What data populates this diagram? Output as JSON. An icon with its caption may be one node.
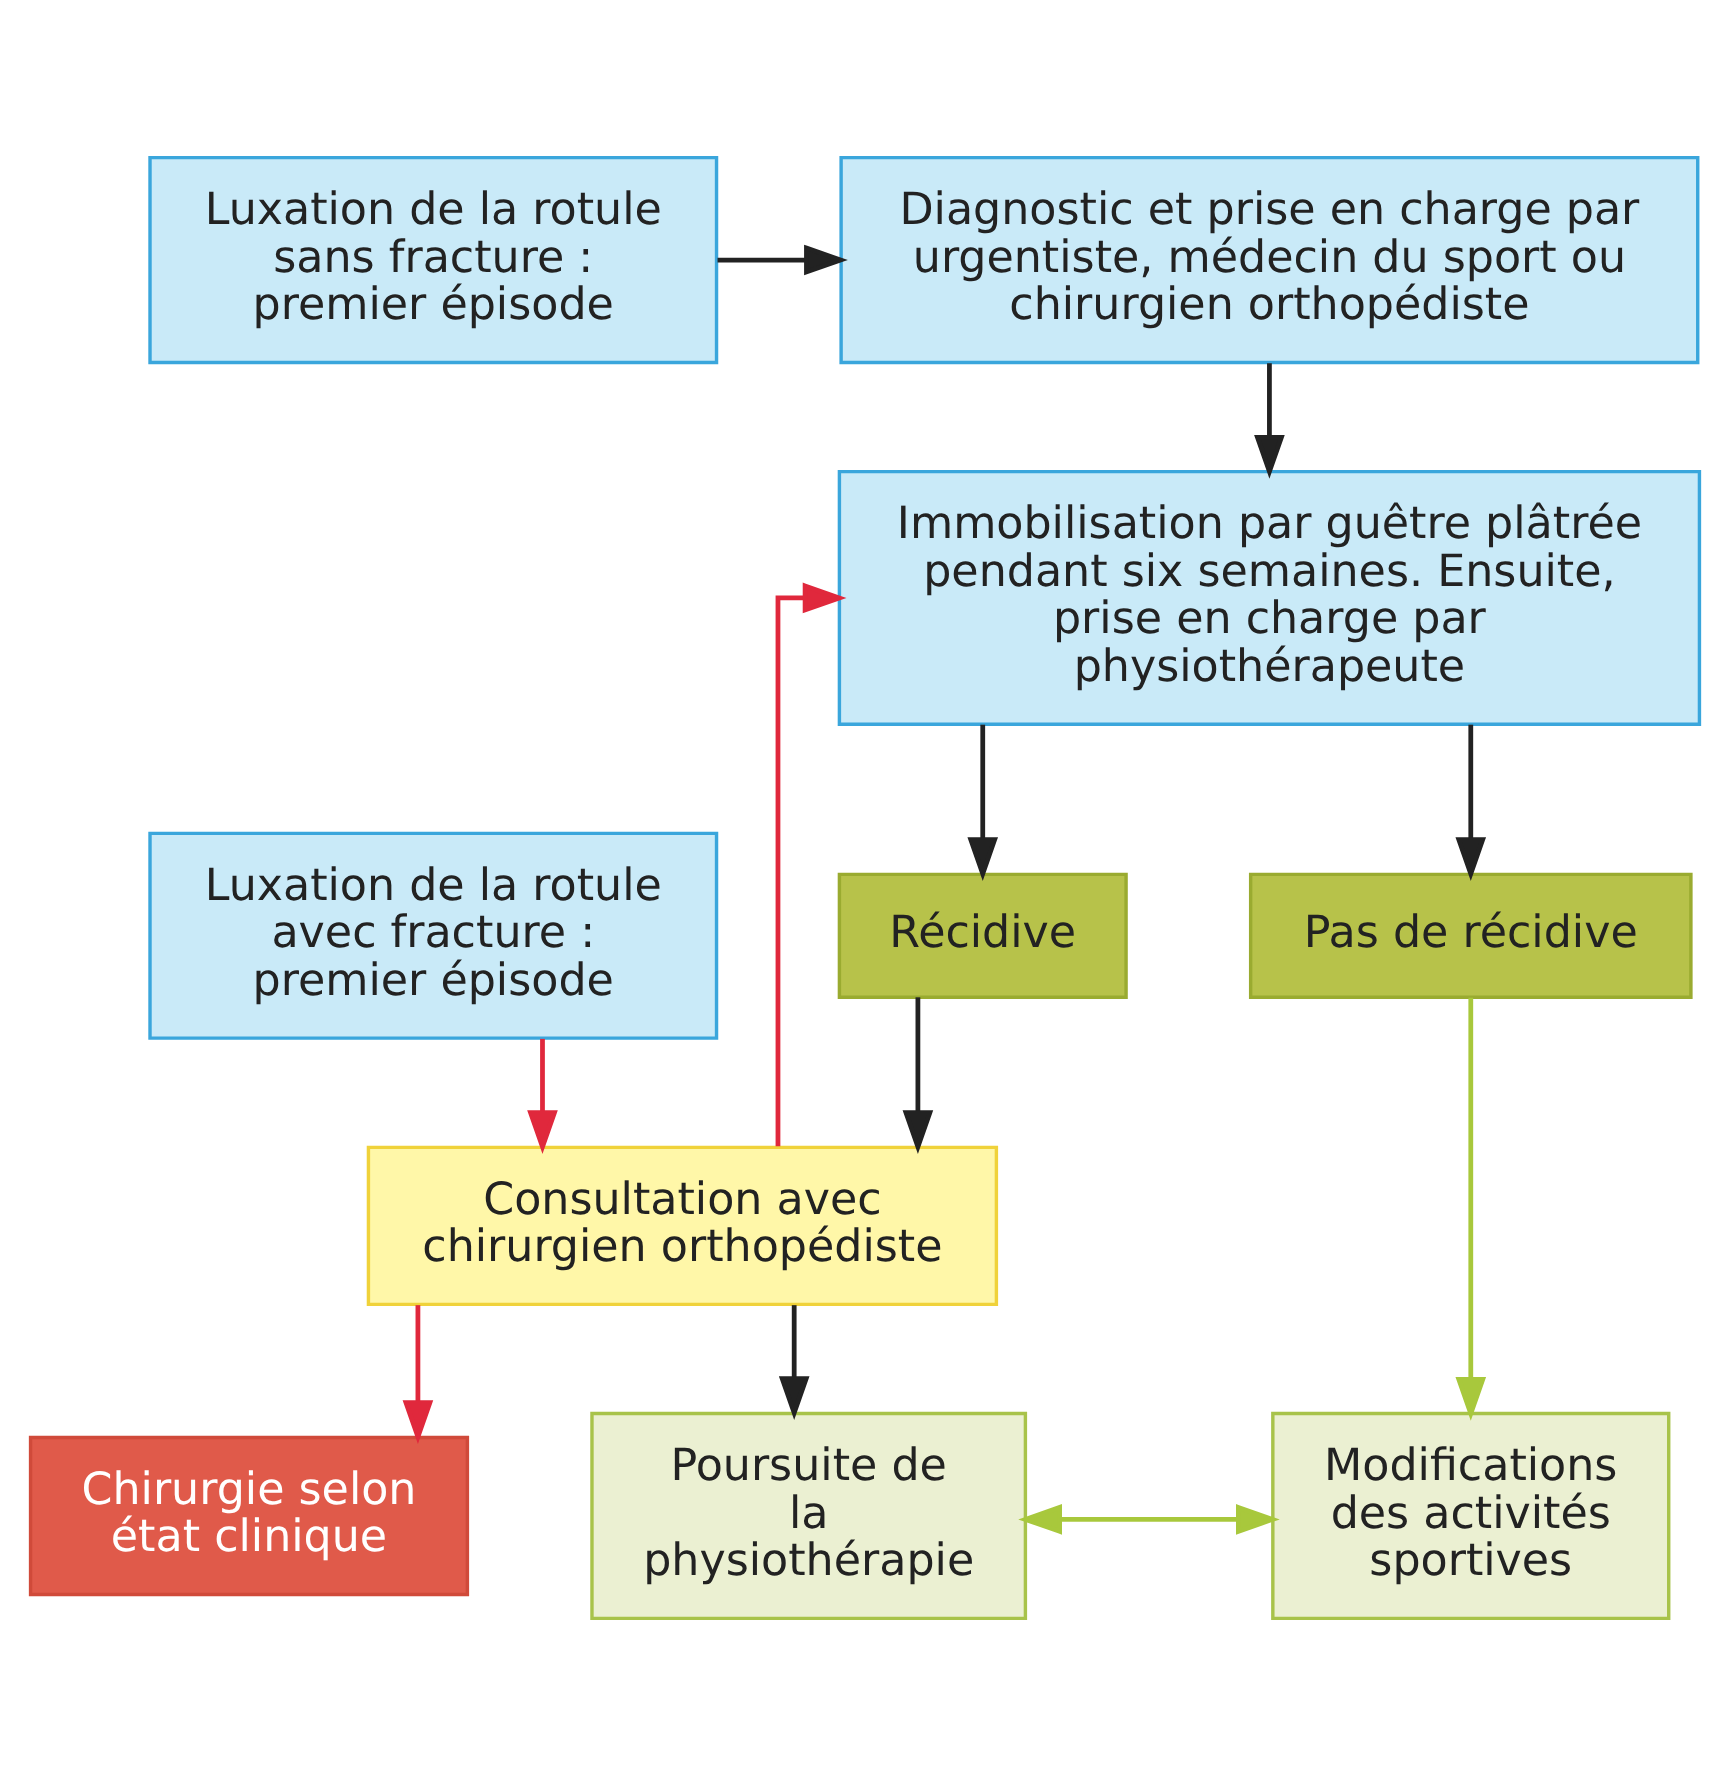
{
  "diagram": {
    "nodes": [
      {
        "text": [
          "Luxation de la rotule sans fracture : premier épisode"
        ]
      },
      {
        "text": [
          "Diagnostic et prise en charge par urgentiste, médecin du sport ou chirurgien orthopédiste"
        ]
      },
      {
        "text": [
          "Immobilisation par guêtre plâtrée pendant six semaines. Ensuite, prise en charge par physiothérapeute"
        ]
      },
      {
        "text": [
          "Luxation de la rotule avec fracture : premier épisode"
        ]
      },
      {
        "text": [
          "Récidive"
        ]
      },
      {
        "text": [
          "Pas de récidive"
        ]
      },
      {
        "text": [
          "Consultation avec chirurgien orthopédiste"
        ]
      },
      {
        "text": [
          "Chirurgie selon état clinique"
        ]
      },
      {
        "text": [
          "Poursuite de la physiothérapie"
        ]
      },
      {
        "text": [
          "Modifications des activités sportives"
        ]
      }
    ],
    "edges": [
      {
        "from": 0,
        "to": 1,
        "arrow": "to"
      },
      {
        "from": 1,
        "to": 2,
        "arrow": "to"
      },
      {
        "from": 2,
        "to": 4,
        "arrow": "to"
      },
      {
        "from": 2,
        "to": 5,
        "arrow": "to"
      },
      {
        "from": 4,
        "to": 6,
        "arrow": "to"
      },
      {
        "from": 3,
        "to": 6,
        "arrow": "to",
        "color": "#e0283c"
      },
      {
        "from": 6,
        "to": 2,
        "arrow": "to",
        "color": "#e0283c"
      },
      {
        "from": 6,
        "to": 7,
        "arrow": "to",
        "color": "#e0283c"
      },
      {
        "from": 6,
        "to": 8,
        "arrow": "to"
      },
      {
        "from": 5,
        "to": 9,
        "arrow": "to",
        "color": "#a8c83c"
      },
      {
        "from": 8,
        "to": 9,
        "arrow": "both",
        "color": "#a8c83c"
      }
    ]
  }
}
